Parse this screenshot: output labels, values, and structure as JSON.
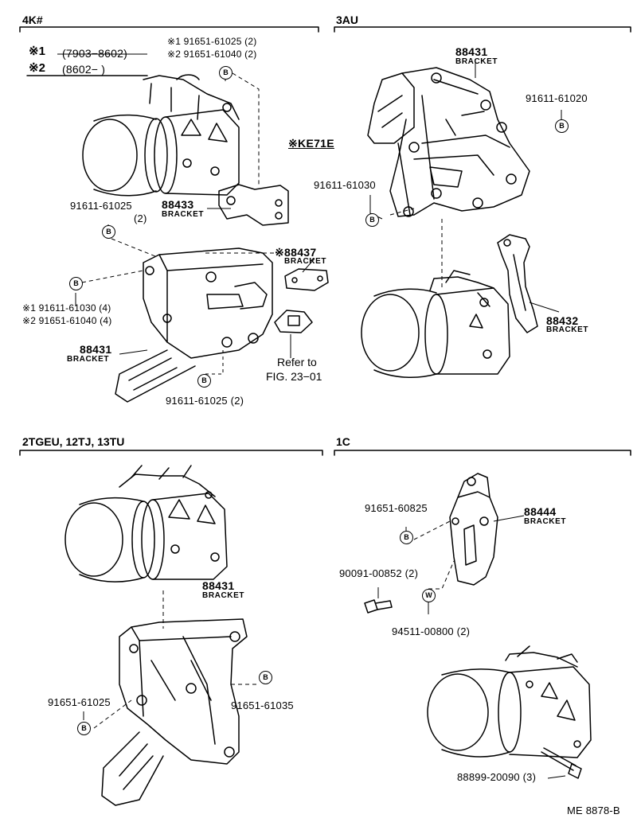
{
  "sections": {
    "s4k": "4K#",
    "s3au": "3AU",
    "s2tgeu": "2TGEU, 12TJ, 13TU",
    "s1c": "1C"
  },
  "legend": {
    "l1_mark": "※1",
    "l1_range": "(7903−8602)",
    "l2_mark": "※2",
    "l2_range": "(8602−          )"
  },
  "callouts_4k": {
    "a1": "※1  91651-61025 (2)",
    "a2": "※2  91651-61040 (2)",
    "p88433": "88433",
    "p88433_lbl": "BRACKET",
    "b_left": "91611-61025",
    "b_left_qty": "(2)",
    "p88437": "※88437",
    "p88437_lbl": "BRACKET",
    "c1": "※1 91611-61030 (4)",
    "c2": "※2 91651-61040 (4)",
    "p88431": "88431",
    "p88431_lbl": "BRACKET",
    "bottom": "91611-61025 (2)",
    "refer1": "Refer to",
    "refer2": "FIG. 23−01"
  },
  "callouts_3au": {
    "p88431": "88431",
    "p88431_lbl": "BRACKET",
    "b1": "91611-61020",
    "ke71e": "※KE71E",
    "b2": "91611-61030",
    "p88432": "88432",
    "p88432_lbl": "BRACKET"
  },
  "callouts_2tgeu": {
    "p88431": "88431",
    "p88431_lbl": "BRACKET",
    "bl": "91651-61025",
    "br": "91651-61035"
  },
  "callouts_1c": {
    "b1": "91651-60825",
    "p88444": "88444",
    "p88444_lbl": "BRACKET",
    "p90091": "90091-00852 (2)",
    "p94511": "94511-00800 (2)",
    "p88899": "88899-20090 (3)"
  },
  "markers": {
    "bolt": "B",
    "washer": "W"
  },
  "footer": {
    "code": "ME 8878-B"
  }
}
